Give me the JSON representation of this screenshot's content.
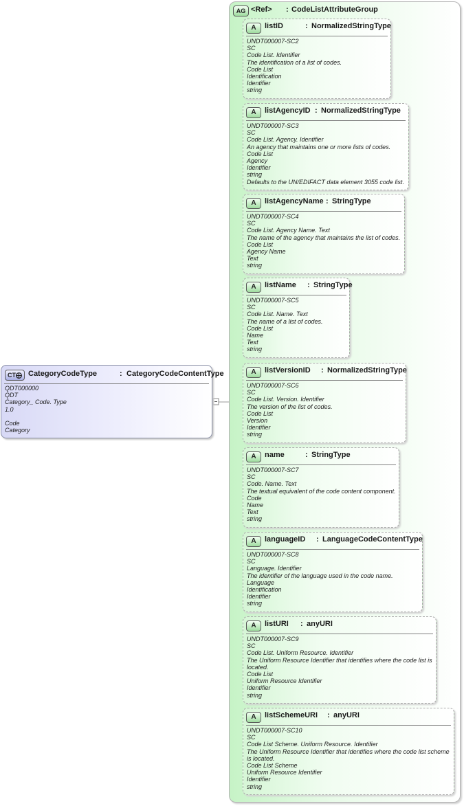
{
  "complex_type": {
    "badge": "CT",
    "name": "CategoryCodeType",
    "type": "CategoryCodeContentType",
    "details": [
      "QDT000000",
      "QDT",
      "Category_ Code. Type",
      "1.0",
      "",
      "Code",
      "Category"
    ]
  },
  "attribute_group": {
    "badge": "AG",
    "ref": "<Ref>",
    "name": "CodeListAttributeGroup"
  },
  "attribute_badge": "A",
  "attributes": [
    {
      "name": "listID",
      "type": "NormalizedStringType",
      "details": [
        "UNDT000007-SC2",
        "SC",
        "Code List. Identifier",
        "The identification of a list of codes.",
        "Code List",
        "Identification",
        "Identifier",
        "string"
      ]
    },
    {
      "name": "listAgencyID",
      "type": "NormalizedStringType",
      "details": [
        "UNDT000007-SC3",
        "SC",
        "Code List. Agency. Identifier",
        "An agency that maintains one or more lists of codes.",
        "Code List",
        "Agency",
        "Identifier",
        "string",
        "Defaults to the UN/EDIFACT data element 3055 code list."
      ]
    },
    {
      "name": "listAgencyName",
      "type": "StringType",
      "details": [
        "UNDT000007-SC4",
        "SC",
        "Code List. Agency Name. Text",
        "The name of the agency that maintains the list of codes.",
        "Code List",
        "Agency Name",
        "Text",
        "string"
      ]
    },
    {
      "name": "listName",
      "type": "StringType",
      "details": [
        "UNDT000007-SC5",
        "SC",
        "Code List. Name. Text",
        "The name of a list of codes.",
        "Code List",
        "Name",
        "Text",
        "string"
      ]
    },
    {
      "name": "listVersionID",
      "type": "NormalizedStringType",
      "details": [
        "UNDT000007-SC6",
        "SC",
        "Code List. Version. Identifier",
        "The version of the list of codes.",
        "Code List",
        "Version",
        "Identifier",
        "string"
      ]
    },
    {
      "name": "name",
      "type": "StringType",
      "details": [
        "UNDT000007-SC7",
        "SC",
        "Code. Name. Text",
        "The textual equivalent of the code content component.",
        "Code",
        "Name",
        "Text",
        "string"
      ]
    },
    {
      "name": "languageID",
      "type": "LanguageCodeContentType",
      "details": [
        "UNDT000007-SC8",
        "SC",
        "Language. Identifier",
        "The identifier of the language used in the code name.",
        "Language",
        "Identification",
        "Identifier",
        "string"
      ]
    },
    {
      "name": "listURI",
      "type": "anyURI",
      "details": [
        "UNDT000007-SC9",
        "SC",
        "Code List. Uniform Resource. Identifier",
        "The Uniform Resource Identifier that identifies where the code list is",
        "located.",
        "Code List",
        "Uniform Resource Identifier",
        "Identifier",
        "string"
      ]
    },
    {
      "name": "listSchemeURI",
      "type": "anyURI",
      "details": [
        "UNDT000007-SC10",
        "SC",
        "Code List Scheme. Uniform Resource. Identifier",
        "The Uniform Resource Identifier that identifies where the code list scheme",
        "is located.",
        "Code List Scheme",
        "Uniform Resource Identifier",
        "Identifier",
        "string"
      ]
    }
  ],
  "colors": {
    "complex_type_fill": "#d8d9f6",
    "attribute_group_fill": "#c6f3c6",
    "attribute_fill": "#d6f6d6",
    "border": "#a9a9a9"
  }
}
